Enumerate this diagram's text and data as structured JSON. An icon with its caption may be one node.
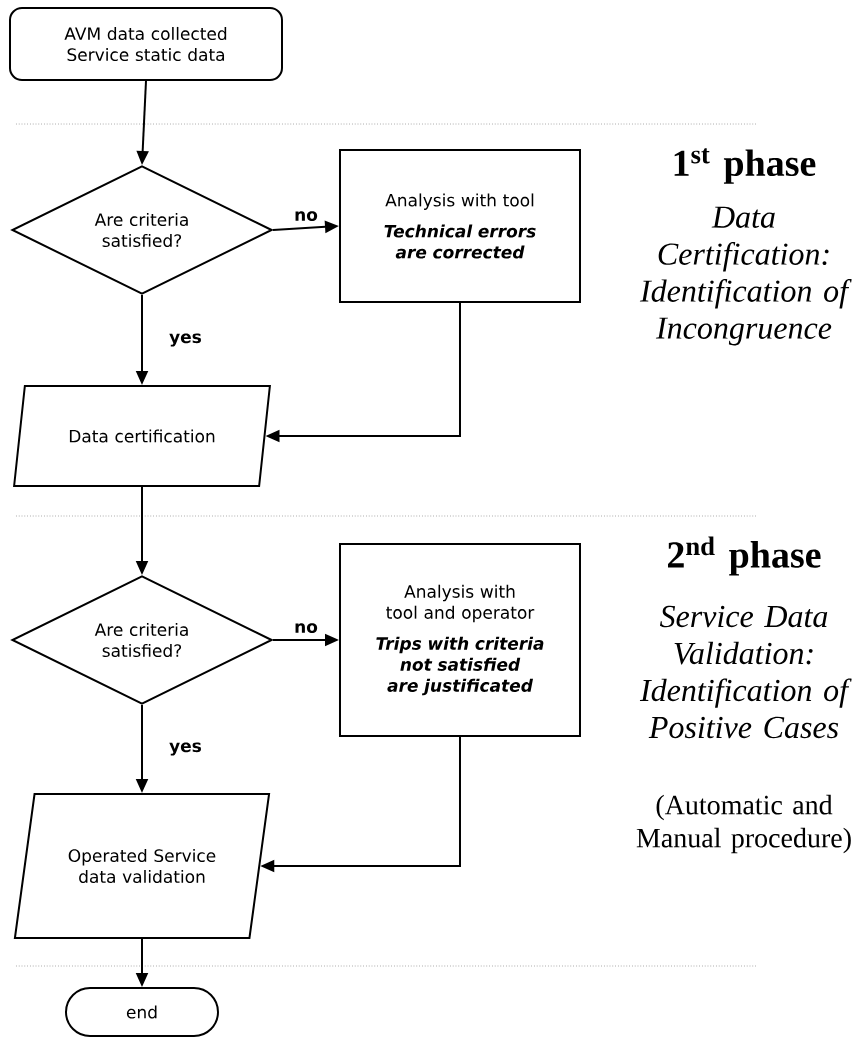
{
  "diagram": {
    "nodes": [
      {
        "text": [
          "AVM data collected Service static data"
        ]
      },
      {
        "text": [
          "Are criteria satisfied?"
        ]
      },
      {
        "text": [
          "Analysis with tool",
          "Technical errors are corrected"
        ]
      },
      {
        "text": [
          "Data certification"
        ]
      },
      {
        "text": [
          "Are criteria satisfied?"
        ]
      },
      {
        "text": [
          "Analysis with tool and operator",
          "Trips with criteria not satisfied are justificated"
        ]
      },
      {
        "text": [
          "Operated Service data validation"
        ]
      },
      {
        "text": [
          "end"
        ]
      }
    ],
    "edges": [
      {
        "from": 0,
        "to": 1,
        "arrow": "to"
      },
      {
        "from": 1,
        "to": 2,
        "arrow": "to",
        "label": "no"
      },
      {
        "from": 1,
        "to": 3,
        "arrow": "to",
        "label": "yes"
      },
      {
        "from": 2,
        "to": 3,
        "arrow": "to"
      },
      {
        "from": 3,
        "to": 4,
        "arrow": "to"
      },
      {
        "from": 4,
        "to": 5,
        "arrow": "to",
        "label": "no"
      },
      {
        "from": 4,
        "to": 6,
        "arrow": "to",
        "label": "yes"
      },
      {
        "from": 5,
        "to": 6,
        "arrow": "to"
      },
      {
        "from": 6,
        "to": 7,
        "arrow": "to"
      }
    ],
    "labels": [
      "1$^{st}$ phase",
      "Data Certification: Identification of Incongruence",
      "2$^{nd}$ phase",
      "Service Data Validation: Identification of Positive Cases",
      "(Automatic and Manual procedure)"
    ]
  }
}
